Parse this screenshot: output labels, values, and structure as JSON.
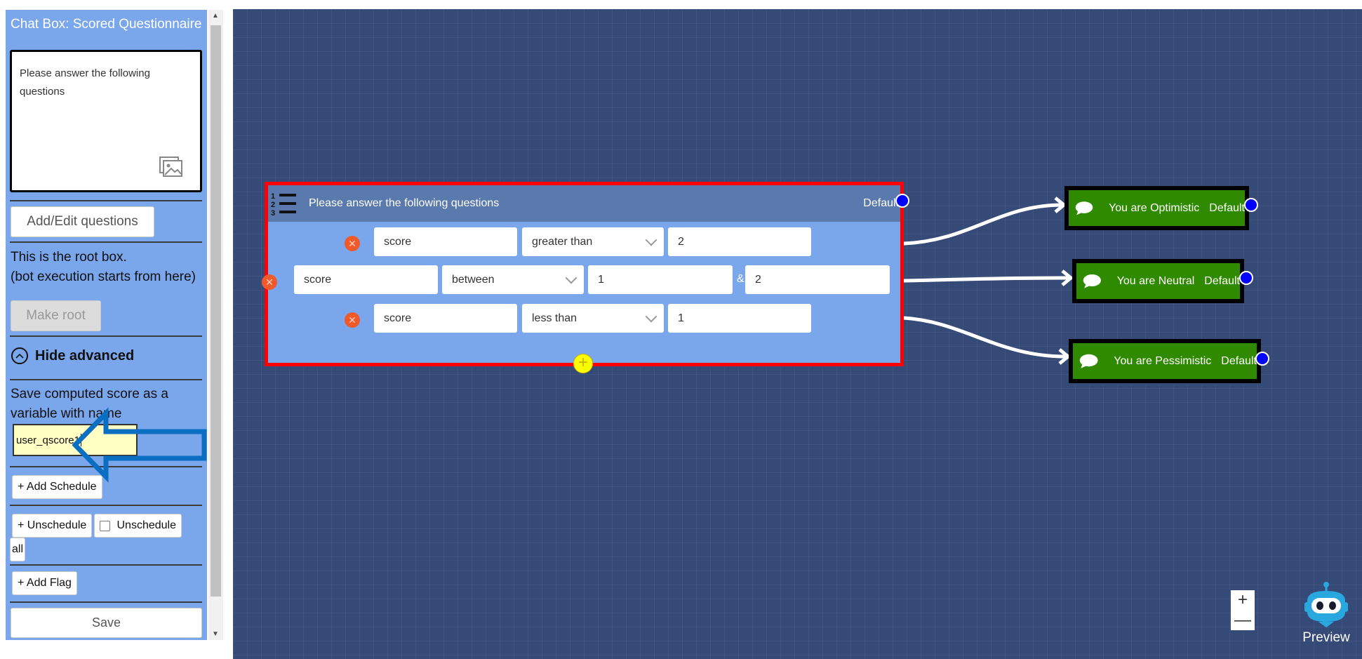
{
  "sidebar": {
    "title": "Chat Box: Scored Questionnaire",
    "message_text": "Please answer the following questions",
    "add_edit_questions_label": "Add/Edit questions",
    "root_info_line1": "This is the root box.",
    "root_info_line2": "(bot execution starts from here)",
    "make_root_label": "Make root",
    "hide_advanced_label": "Hide advanced",
    "save_score_line1": "Save computed score as a",
    "save_score_line2": "variable with name",
    "variable_name_value": "user_qscore1",
    "add_schedule_label": "+ Add Schedule",
    "unschedule_label": "+ Unschedule",
    "unschedule_all_label": "Unschedule",
    "unschedule_all_wrap": "all",
    "add_flag_label": "+ Add Flag",
    "save_label": "Save"
  },
  "canvas": {
    "question_box": {
      "title": "Please answer the following questions",
      "default_label": "Default",
      "conditions": [
        {
          "variable": "score",
          "operator": "greater than",
          "value1": "2"
        },
        {
          "variable": "score",
          "operator": "between",
          "value1": "1",
          "separator": "&",
          "value2": "2"
        },
        {
          "variable": "score",
          "operator": "less than",
          "value1": "1"
        }
      ]
    },
    "responses": [
      {
        "label": "You are Optimistic",
        "default_label": "Default"
      },
      {
        "label": "You are Neutral",
        "default_label": "Default"
      },
      {
        "label": "You are Pessimistic",
        "default_label": "Default"
      }
    ],
    "zoom_in_symbol": "+",
    "zoom_out_symbol": "—",
    "preview_label": "Preview"
  },
  "colors": {
    "canvas_bg": "#364a78",
    "sidebar_bg": "#7aa6ec",
    "selected_border": "#ff0000",
    "response_bg": "#2f8a00",
    "port": "#0000ff",
    "highlight_arrow": "#0a6fc2"
  }
}
